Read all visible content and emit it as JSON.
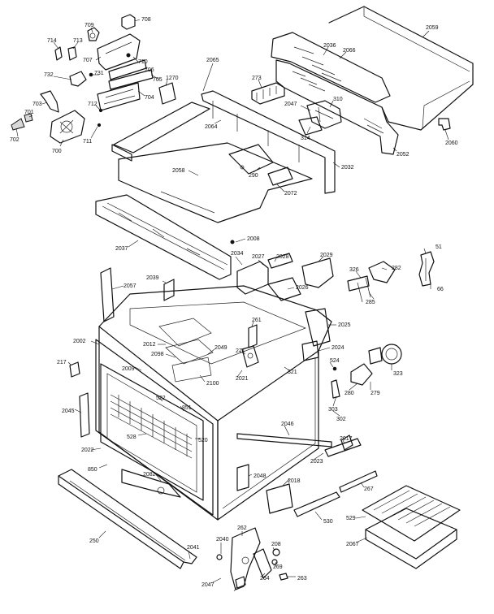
{
  "callouts": [
    {
      "id": "c708",
      "text": "708"
    },
    {
      "id": "c709",
      "text": "709"
    },
    {
      "id": "c714",
      "text": "714"
    },
    {
      "id": "c713",
      "text": "713"
    },
    {
      "id": "c707",
      "text": "707"
    },
    {
      "id": "c710",
      "text": "710"
    },
    {
      "id": "c706",
      "text": "706"
    },
    {
      "id": "c732",
      "text": "732"
    },
    {
      "id": "c731",
      "text": "731"
    },
    {
      "id": "c705",
      "text": "705"
    },
    {
      "id": "c1270",
      "text": "1270"
    },
    {
      "id": "c2065",
      "text": "2065"
    },
    {
      "id": "c2059",
      "text": "2059"
    },
    {
      "id": "c2036",
      "text": "2036"
    },
    {
      "id": "c2066",
      "text": "2066"
    },
    {
      "id": "c704",
      "text": "704"
    },
    {
      "id": "c712",
      "text": "712"
    },
    {
      "id": "c703",
      "text": "703"
    },
    {
      "id": "c701",
      "text": "701"
    },
    {
      "id": "c702",
      "text": "702"
    },
    {
      "id": "c700",
      "text": "700"
    },
    {
      "id": "c711",
      "text": "711"
    },
    {
      "id": "c273",
      "text": "273"
    },
    {
      "id": "c2047",
      "text": "2047"
    },
    {
      "id": "c310",
      "text": "310"
    },
    {
      "id": "c2064",
      "text": "2064"
    },
    {
      "id": "c314",
      "text": "314"
    },
    {
      "id": "c2052",
      "text": "2052"
    },
    {
      "id": "c2060",
      "text": "2060"
    },
    {
      "id": "c2032",
      "text": "2032"
    },
    {
      "id": "c2058",
      "text": "2058"
    },
    {
      "id": "c290",
      "text": "290"
    },
    {
      "id": "c2072",
      "text": "2072"
    },
    {
      "id": "c2008",
      "text": "2008"
    },
    {
      "id": "c2037",
      "text": "2037"
    },
    {
      "id": "c2034",
      "text": "2034"
    },
    {
      "id": "c2027",
      "text": "2027"
    },
    {
      "id": "c2028",
      "text": "2028"
    },
    {
      "id": "c2029",
      "text": "2029"
    },
    {
      "id": "c51",
      "text": "51"
    },
    {
      "id": "c326",
      "text": "326"
    },
    {
      "id": "c282",
      "text": "282"
    },
    {
      "id": "c2057",
      "text": "2057"
    },
    {
      "id": "c2039",
      "text": "2039"
    },
    {
      "id": "c2026",
      "text": "2026"
    },
    {
      "id": "c285",
      "text": "285"
    },
    {
      "id": "c66",
      "text": "66"
    },
    {
      "id": "c2025",
      "text": "2025"
    },
    {
      "id": "c261",
      "text": "261"
    },
    {
      "id": "c2002",
      "text": "2002"
    },
    {
      "id": "c2012",
      "text": "2012"
    },
    {
      "id": "c2098",
      "text": "2098"
    },
    {
      "id": "c2049",
      "text": "2049"
    },
    {
      "id": "c271",
      "text": "271"
    },
    {
      "id": "c2024",
      "text": "2024"
    },
    {
      "id": "c524",
      "text": "524"
    },
    {
      "id": "c217",
      "text": "217"
    },
    {
      "id": "c2021",
      "text": "2021"
    },
    {
      "id": "c321",
      "text": "321"
    },
    {
      "id": "c323",
      "text": "323"
    },
    {
      "id": "c2009",
      "text": "2009"
    },
    {
      "id": "c2100",
      "text": "2100"
    },
    {
      "id": "c279",
      "text": "279"
    },
    {
      "id": "c280",
      "text": "280"
    },
    {
      "id": "c303",
      "text": "303"
    },
    {
      "id": "c522",
      "text": "522"
    },
    {
      "id": "c851",
      "text": "851"
    },
    {
      "id": "c2045",
      "text": "2045"
    },
    {
      "id": "c302",
      "text": "302"
    },
    {
      "id": "c2046",
      "text": "2046"
    },
    {
      "id": "c2017",
      "text": "2017"
    },
    {
      "id": "c528",
      "text": "528"
    },
    {
      "id": "c520",
      "text": "520"
    },
    {
      "id": "c2022",
      "text": "2022"
    },
    {
      "id": "c2023",
      "text": "2023"
    },
    {
      "id": "c850",
      "text": "850"
    },
    {
      "id": "c2082",
      "text": "2082"
    },
    {
      "id": "c2048",
      "text": "2048"
    },
    {
      "id": "c2018",
      "text": "2018"
    },
    {
      "id": "c267",
      "text": "267"
    },
    {
      "id": "c530",
      "text": "530"
    },
    {
      "id": "c529",
      "text": "529"
    },
    {
      "id": "c2067",
      "text": "2067"
    },
    {
      "id": "c250",
      "text": "250"
    },
    {
      "id": "c262",
      "text": "262"
    },
    {
      "id": "c2040",
      "text": "2040"
    },
    {
      "id": "c208",
      "text": "208"
    },
    {
      "id": "c2041",
      "text": "2041"
    },
    {
      "id": "c269",
      "text": "269"
    },
    {
      "id": "c264",
      "text": "264"
    },
    {
      "id": "c2047b",
      "text": "2047"
    },
    {
      "id": "c263",
      "text": "263"
    }
  ]
}
